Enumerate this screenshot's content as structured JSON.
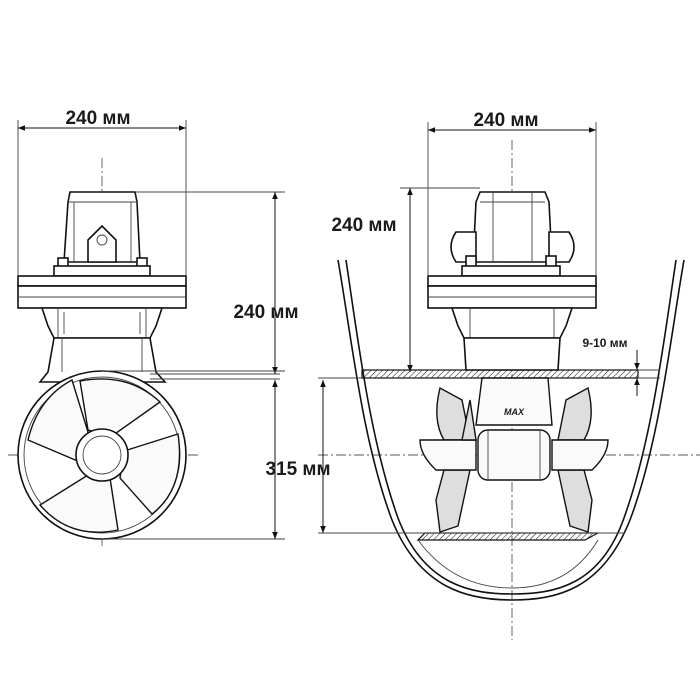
{
  "dimensions": {
    "left_width": "240 мм",
    "right_width": "240 мм",
    "left_height_upper": "240 мм",
    "right_height_upper": "240 мм",
    "tunnel_diameter": "315 мм",
    "wall_thickness": "9-10 мм"
  },
  "brand_mark": "MAX",
  "colors": {
    "line": "#111111",
    "fill": "#dedede",
    "background": "#ffffff"
  }
}
